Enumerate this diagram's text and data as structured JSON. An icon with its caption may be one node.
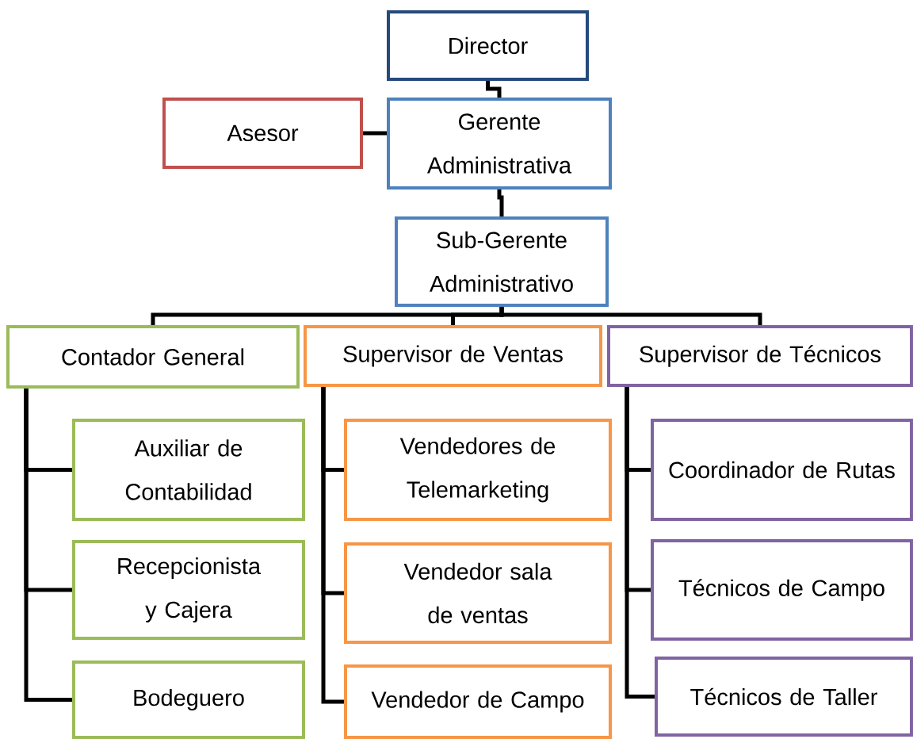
{
  "diagram": {
    "nodes": [
      {
        "text": [
          "Director"
        ]
      },
      {
        "text": [
          "Asesor"
        ]
      },
      {
        "text": [
          "Gerente Administrativa"
        ]
      },
      {
        "text": [
          "Sub-Gerente Administrativo"
        ]
      },
      {
        "text": [
          "Contador General"
        ]
      },
      {
        "text": [
          "Supervisor de Ventas"
        ]
      },
      {
        "text": [
          "Supervisor de Técnicos"
        ]
      },
      {
        "text": [
          "Auxiliar de Contabilidad"
        ]
      },
      {
        "text": [
          "Recepcionista y Cajera"
        ]
      },
      {
        "text": [
          "Bodeguero"
        ]
      },
      {
        "text": [
          "Vendedores de Telemarketing"
        ]
      },
      {
        "text": [
          "Vendedor sala de ventas"
        ]
      },
      {
        "text": [
          "Vendedor de Campo"
        ]
      },
      {
        "text": [
          "Coordinador de Rutas"
        ]
      },
      {
        "text": [
          "Técnicos de Campo"
        ]
      },
      {
        "text": [
          "Técnicos de Taller"
        ]
      }
    ],
    "edges": [
      {
        "from": 0,
        "to": 2,
        "arrow": "none"
      },
      {
        "from": 1,
        "to": 2,
        "arrow": "none"
      },
      {
        "from": 2,
        "to": 3,
        "arrow": "none"
      },
      {
        "from": 3,
        "to": 4,
        "arrow": "none"
      },
      {
        "from": 3,
        "to": 5,
        "arrow": "none"
      },
      {
        "from": 3,
        "to": 6,
        "arrow": "none"
      },
      {
        "from": 4,
        "to": 7,
        "arrow": "none"
      },
      {
        "from": 4,
        "to": 8,
        "arrow": "none"
      },
      {
        "from": 4,
        "to": 9,
        "arrow": "none"
      },
      {
        "from": 5,
        "to": 10,
        "arrow": "none"
      },
      {
        "from": 5,
        "to": 11,
        "arrow": "none"
      },
      {
        "from": 5,
        "to": 12,
        "arrow": "none"
      },
      {
        "from": 6,
        "to": 13,
        "arrow": "none"
      },
      {
        "from": 6,
        "to": 14,
        "arrow": "none"
      },
      {
        "from": 6,
        "to": 15,
        "arrow": "none"
      }
    ]
  }
}
